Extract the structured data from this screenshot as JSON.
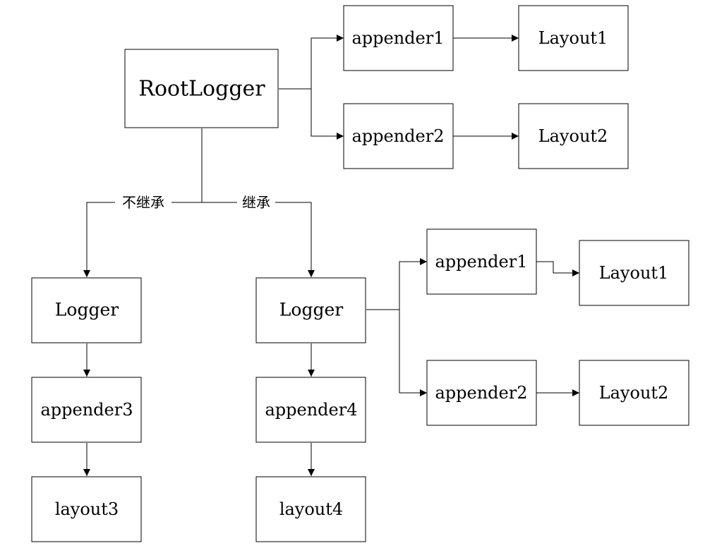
{
  "nodes": {
    "root_logger": "RootLogger",
    "root_appender1": "appender1",
    "root_layout1": "Layout1",
    "root_appender2": "appender2",
    "root_layout2": "Layout2",
    "logger_left": "Logger",
    "appender3": "appender3",
    "layout3": "layout3",
    "logger_right": "Logger",
    "appender4": "appender4",
    "layout4": "layout4",
    "right_appender1": "appender1",
    "right_layout1": "Layout1",
    "right_appender2": "appender2",
    "right_layout2": "Layout2"
  },
  "edge_labels": {
    "not_inherit": "不继承",
    "inherit": "继承"
  }
}
